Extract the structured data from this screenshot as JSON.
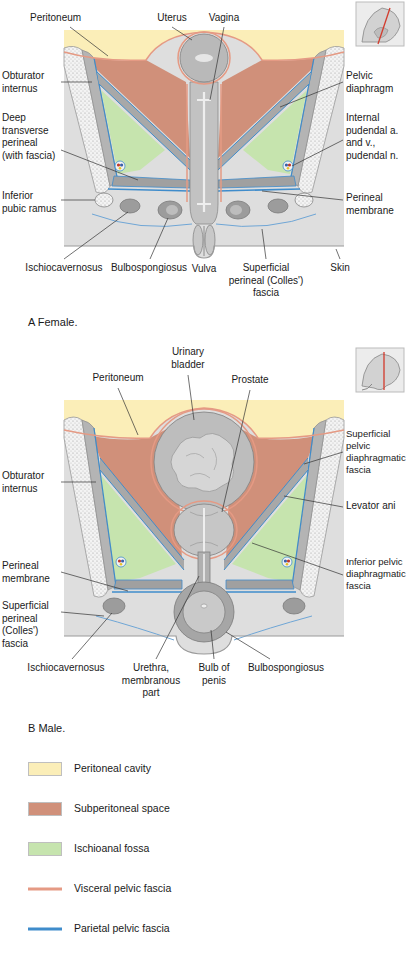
{
  "diagram": {
    "labels": [
      "Peritoneum",
      "Uterus",
      "Vagina",
      "Obturator internus",
      "Pelvic diaphragm",
      "Deep transverse perineal (with fascia)",
      "Internal pudendal a. and v., pudendal n.",
      "Inferior pubic ramus",
      "Perineal membrane",
      "Ischiocavernosus",
      "Bulbospongiosus",
      "Vulva",
      "Superficial perineal (Colles') fascia",
      "Skin",
      "A Female.",
      "Peritoneum",
      "Urinary bladder",
      "Prostate",
      "Superficial pelvic diaphragmatic fascia",
      "Obturator internus",
      "Levator ani",
      "Perineal membrane",
      "Inferior pelvic diaphragmatic fascia",
      "Superficial perineal (Colles') fascia",
      "Ischiocavernosus",
      "Urethra, membranous part",
      "Bulb of penis",
      "Bulbospongiosus",
      "B Male."
    ],
    "legend": [
      {
        "text": "Peritoneal cavity",
        "color": "#fbeeb8"
      },
      {
        "text": "Subperitoneal space",
        "color": "#d0907a"
      },
      {
        "text": "Ischioanal fossa",
        "color": "#c6e4ae"
      },
      {
        "text": "Visceral pelvic fascia"
      },
      {
        "text": "Parietal pelvic fascia"
      }
    ]
  }
}
